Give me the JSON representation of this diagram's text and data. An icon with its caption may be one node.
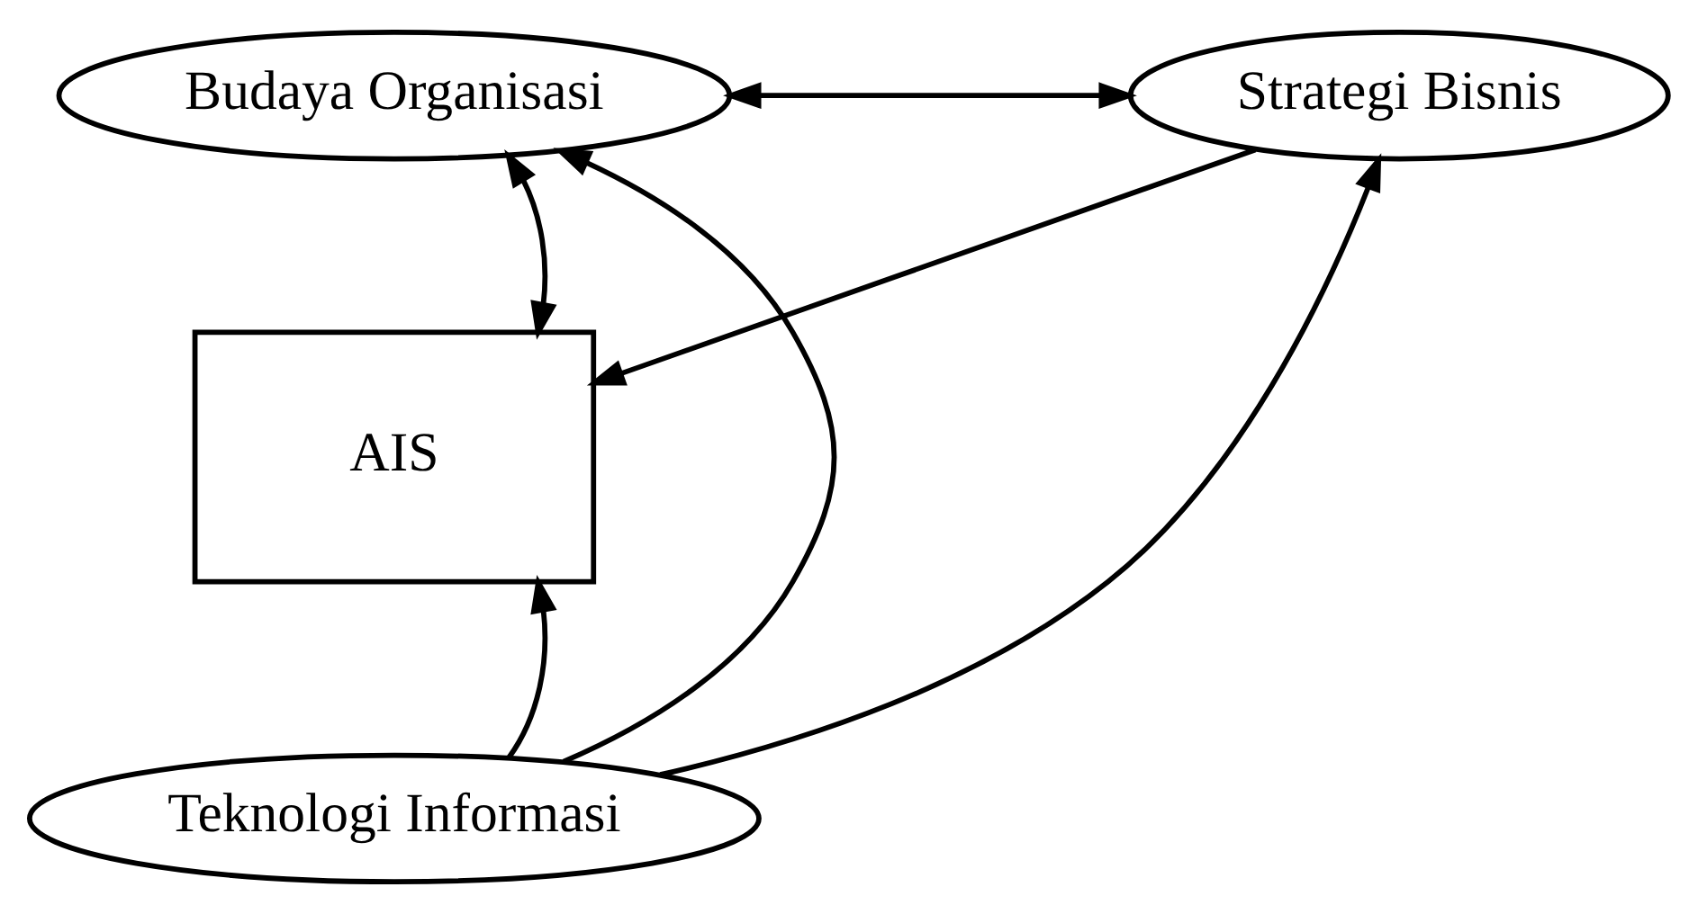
{
  "diagram": {
    "nodes": [
      {
        "text": [
          "Budaya Organisasi"
        ]
      },
      {
        "text": [
          "Strategi Bisnis"
        ]
      },
      {
        "text": [
          "AIS"
        ]
      },
      {
        "text": [
          "Teknologi Informasi"
        ]
      }
    ],
    "edges": [
      {
        "from": 0,
        "to": 1,
        "arrow": "both"
      },
      {
        "from": 0,
        "to": 2,
        "arrow": "both"
      },
      {
        "from": 1,
        "to": 2,
        "arrow": "to"
      },
      {
        "from": 3,
        "to": 0,
        "arrow": "to"
      },
      {
        "from": 3,
        "to": 2,
        "arrow": "to"
      },
      {
        "from": 3,
        "to": 1,
        "arrow": "to"
      }
    ]
  }
}
